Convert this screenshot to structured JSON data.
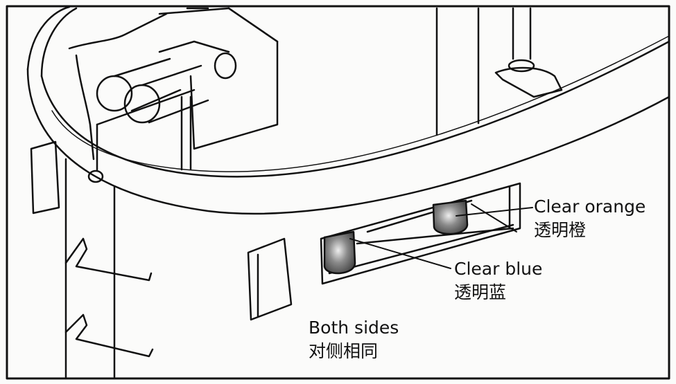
{
  "labels": {
    "clear_orange": {
      "en": "Clear orange",
      "zh": "透明橙"
    },
    "clear_blue": {
      "en": "Clear blue",
      "zh": "透明蓝"
    },
    "both_sides": {
      "en": "Both sides",
      "zh": "对侧相同"
    }
  },
  "colors": {
    "line": "#111111",
    "lamp": "#6a6a6a",
    "background": "#fbfbfa"
  }
}
